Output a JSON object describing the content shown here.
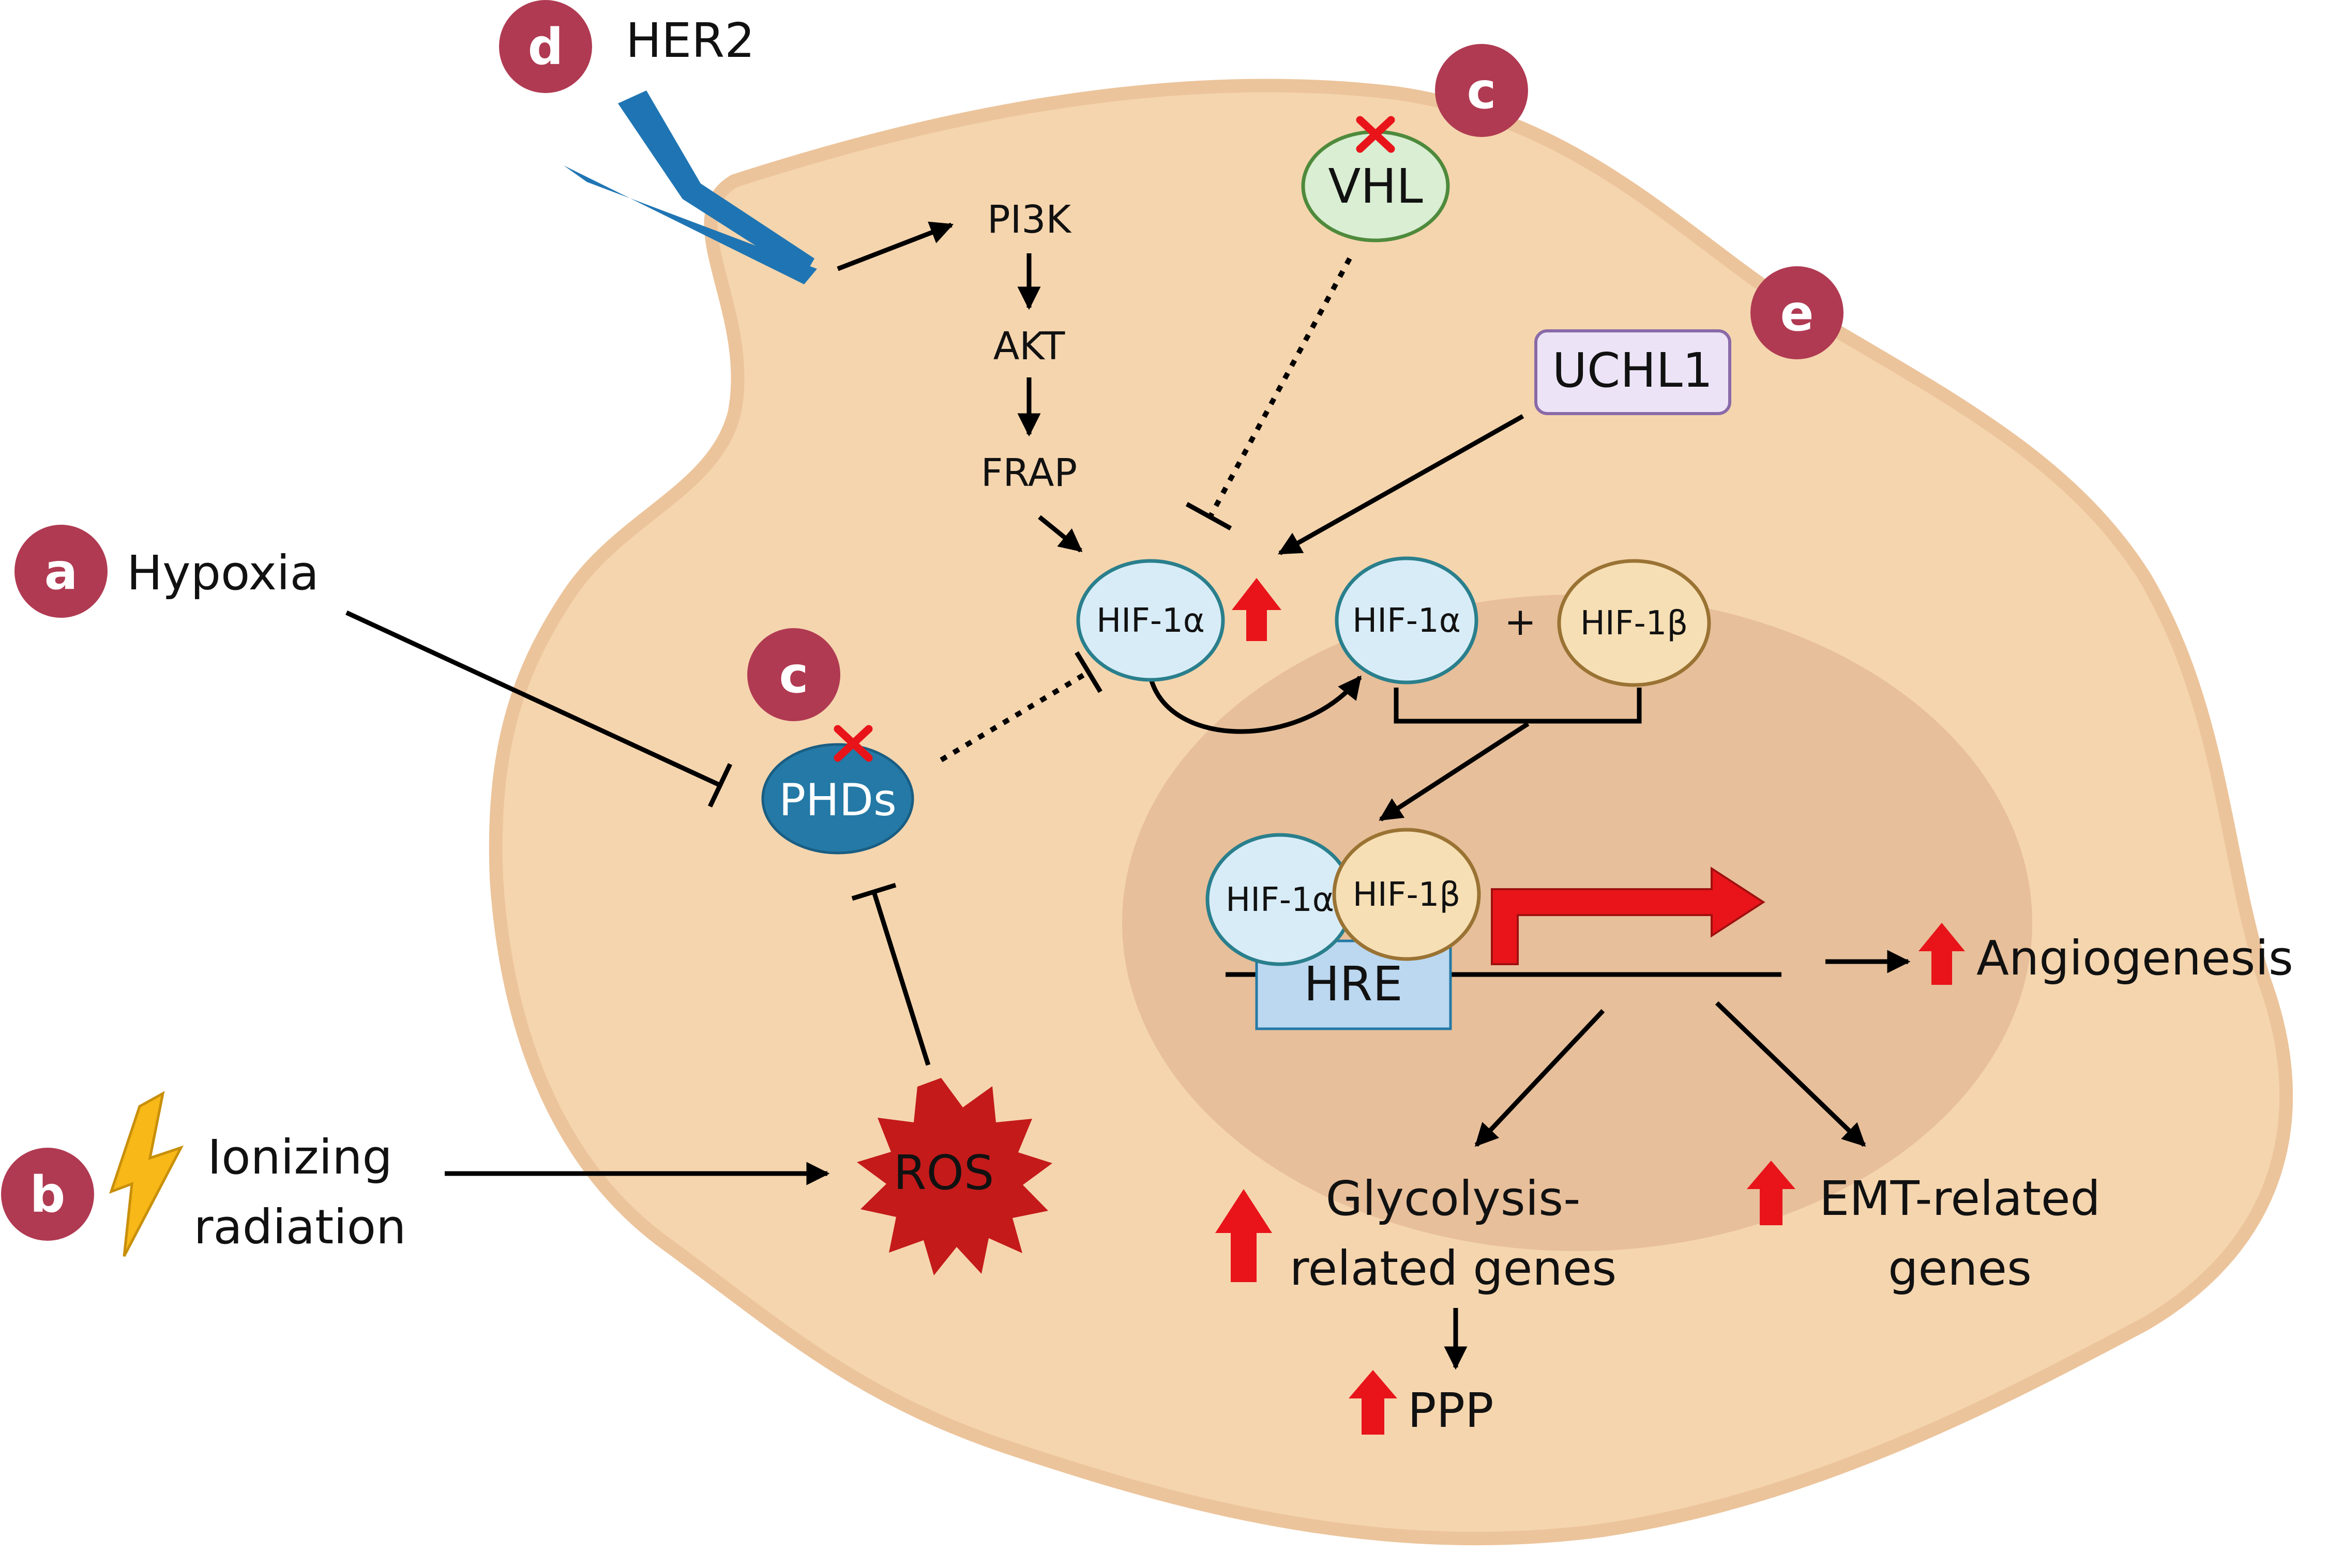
{
  "badges": {
    "a": "a",
    "b": "b",
    "c": "c",
    "d": "d",
    "e": "e"
  },
  "stimuli": {
    "hypoxia": "Hypoxia",
    "ionizing_line1": "Ionizing",
    "ionizing_line2": "radiation",
    "her2": "HER2"
  },
  "pathway": {
    "pi3k": "PI3K",
    "akt": "AKT",
    "frap": "FRAP"
  },
  "molecules": {
    "vhl": "VHL",
    "uchl1": "UCHL1",
    "phds": "PHDs",
    "ros": "ROS",
    "hif1a": "HIF-1α",
    "hif1b": "HIF-1β",
    "plus": "+",
    "hre": "HRE"
  },
  "outcomes": {
    "angiogenesis": "Angiogenesis",
    "glycolysis_line1": "Glycolysis-",
    "glycolysis_line2": "related genes",
    "emt_line1": "EMT-related",
    "emt_line2": "genes",
    "ppp": "PPP"
  },
  "colors": {
    "cell": "#f5d5ae",
    "cell_edge": "#ecc49b",
    "nucleus": "#e7bf9a",
    "badge": "#b03a52",
    "hif1a_fill": "#d8ecf7",
    "hif1a_edge": "#2a7f8c",
    "hif1b_fill": "#f6dfb4",
    "hif1b_edge": "#9a7334",
    "vhl_fill": "#d9eed3",
    "vhl_edge": "#4f8a3c",
    "uchl1_fill": "#ece4f6",
    "uchl1_edge": "#8a6aa8",
    "phds_fill": "#2479a6",
    "ros_fill": "#c41a1a",
    "hre_fill": "#bcd8f0",
    "up_arrow": "#e8141a",
    "her2": "#1f75b3",
    "bolt": "#f7b818"
  }
}
